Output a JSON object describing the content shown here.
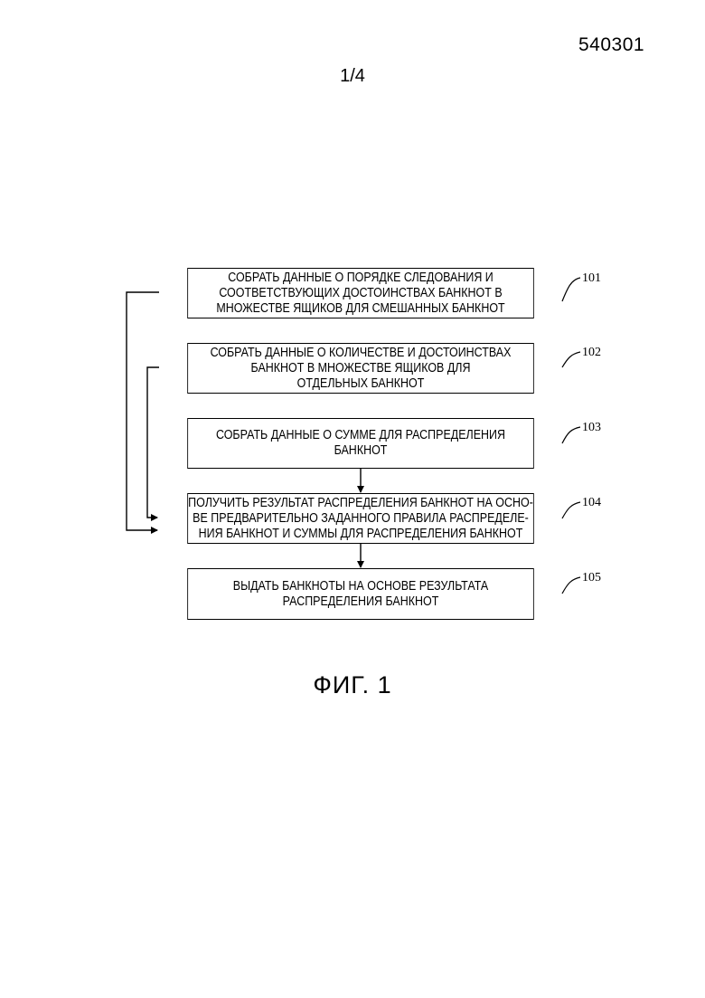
{
  "header": {
    "doc_number": "540301",
    "sheet_number": "1/4"
  },
  "flowchart": {
    "steps": [
      {
        "ref": "101",
        "text": "СОБРАТЬ ДАННЫЕ О ПОРЯДКЕ СЛЕДОВАНИЯ И\nСООТВЕТСТВУЮЩИХ ДОСТОИНСТВАХ БАНКНОТ В\nМНОЖЕСТВЕ ЯЩИКОВ ДЛЯ СМЕШАННЫХ БАНКНОТ"
      },
      {
        "ref": "102",
        "text": "СОБРАТЬ ДАННЫЕ О КОЛИЧЕСТВЕ И ДОСТОИНСТВАХ\nБАНКНОТ В МНОЖЕСТВЕ ЯЩИКОВ ДЛЯ\nОТДЕЛЬНЫХ БАНКНОТ"
      },
      {
        "ref": "103",
        "text": "СОБРАТЬ ДАННЫЕ О СУММЕ ДЛЯ РАСПРЕДЕЛЕНИЯ\nБАНКНОТ"
      },
      {
        "ref": "104",
        "text": "ПОЛУЧИТЬ РЕЗУЛЬТАТ РАСПРЕДЕЛЕНИЯ БАНКНОТ НА ОСНО-\nВЕ ПРЕДВАРИТЕЛЬНО ЗАДАННОГО ПРАВИЛА РАСПРЕДЕЛЕ-\nНИЯ БАНКНОТ И СУММЫ ДЛЯ РАСПРЕДЕЛЕНИЯ БАНКНОТ"
      },
      {
        "ref": "105",
        "text": "ВЫДАТЬ БАНКНОТЫ НА ОСНОВЕ РЕЗУЛЬТАТА\nРАСПРЕДЕЛЕНИЯ БАНКНОТ"
      }
    ]
  },
  "caption": "ФИГ. 1"
}
